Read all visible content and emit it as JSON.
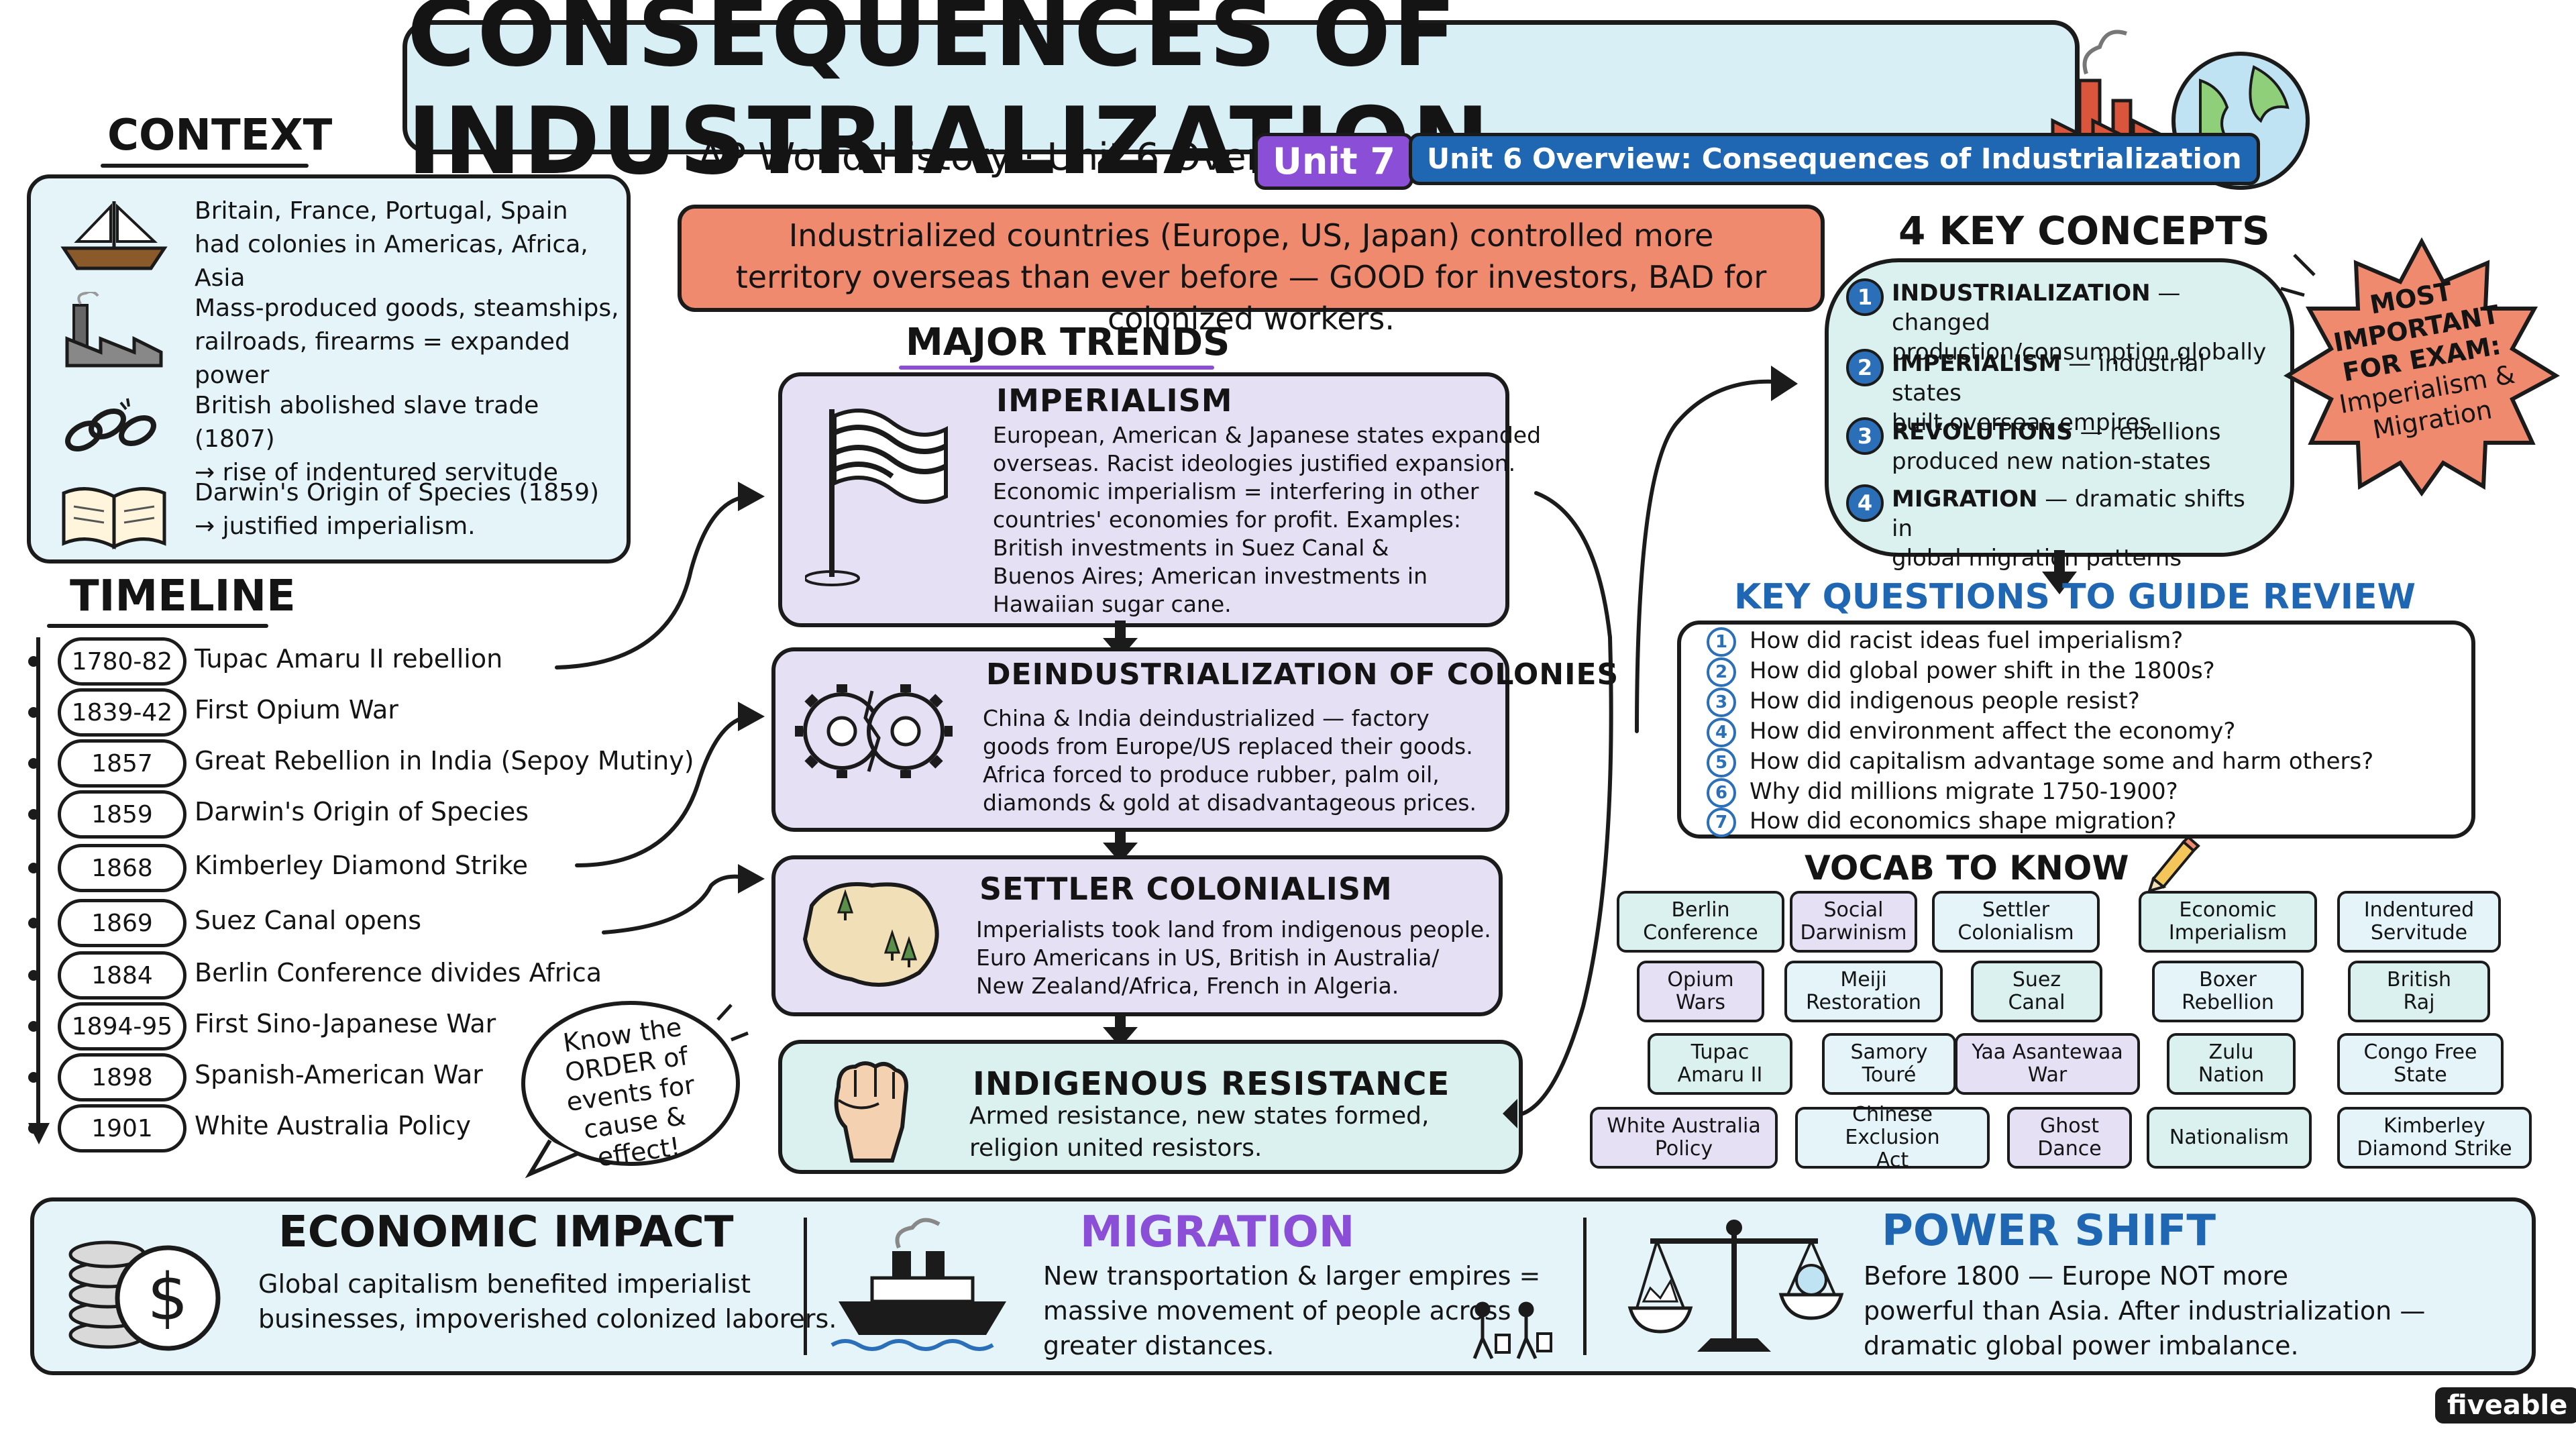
{
  "title": "CONSEQUENCES OF INDUSTRIALIZATION",
  "subtitle": "AP World History · Unit 6 Overview",
  "unit_pill": "Unit 7",
  "overview_pill": "Unit 6 Overview: Consequences of Industrialization",
  "banner": {
    "line1": "Industrialized countries (Europe, US, Japan) controlled more",
    "line2": "territory overseas than ever before — GOOD for investors, BAD for colonized workers."
  },
  "context": {
    "heading": "CONTEXT",
    "items": [
      {
        "icon": "ship-icon",
        "line1": "Britain, France, Portugal, Spain",
        "line2": "had colonies in Americas, Africa, Asia"
      },
      {
        "icon": "factory-icon",
        "line1": "Mass-produced goods, steamships,",
        "line2": "railroads, firearms = expanded power"
      },
      {
        "icon": "broken-chain-icon",
        "line1": "British abolished slave trade (1807)",
        "line2": "→ rise of indentured servitude"
      },
      {
        "icon": "open-book-icon",
        "line1": "Darwin's Origin of Species (1859)",
        "line2": "→ justified imperialism."
      }
    ]
  },
  "timeline": {
    "heading": "TIMELINE",
    "events": [
      {
        "year": "1780-82",
        "event": "Tupac Amaru II rebellion"
      },
      {
        "year": "1839-42",
        "event": "First Opium War"
      },
      {
        "year": "1857",
        "event": "Great Rebellion in India (Sepoy Mutiny)"
      },
      {
        "year": "1859",
        "event": "Darwin's Origin of Species"
      },
      {
        "year": "1868",
        "event": "Kimberley Diamond Strike"
      },
      {
        "year": "1869",
        "event": "Suez Canal opens"
      },
      {
        "year": "1884",
        "event": "Berlin Conference divides Africa"
      },
      {
        "year": "1894-95",
        "event": "First Sino-Japanese War"
      },
      {
        "year": "1898",
        "event": "Spanish-American War"
      },
      {
        "year": "1901",
        "event": "White Australia Policy"
      }
    ],
    "bubble": {
      "line1": "Know the",
      "line2": "ORDER of",
      "line3": "events for",
      "line4": "cause & effect!"
    }
  },
  "trends": {
    "heading": "MAJOR TRENDS",
    "imperialism": {
      "title": "IMPERIALISM",
      "lines": [
        "European, American & Japanese states expanded",
        "overseas. Racist ideologies justified expansion.",
        "Economic imperialism = interfering in other",
        "countries' economies for profit. Examples:",
        "British investments in Suez Canal &",
        "Buenos Aires; American investments in",
        "Hawaiian sugar cane."
      ]
    },
    "deindustrialization": {
      "title": "DEINDUSTRIALIZATION OF COLONIES",
      "lines": [
        "China & India deindustrialized — factory",
        "goods from Europe/US replaced their goods.",
        "Africa forced to produce rubber, palm oil,",
        "diamonds & gold at disadvantageous prices."
      ]
    },
    "settler": {
      "title": "SETTLER COLONIALISM",
      "lines": [
        "Imperialists took land from indigenous people.",
        "Euro Americans in US, British in Australia/",
        "New Zealand/Africa, French in Algeria."
      ]
    },
    "resistance": {
      "title": "INDIGENOUS RESISTANCE",
      "lines": [
        "Armed resistance, new states formed,",
        "religion united resistors."
      ]
    }
  },
  "key_concepts": {
    "heading": "4 KEY CONCEPTS",
    "items": [
      {
        "num": "1",
        "term": "INDUSTRIALIZATION",
        "desc1": " — changed",
        "desc2": "production/consumption globally"
      },
      {
        "num": "2",
        "term": "IMPERIALISM",
        "desc1": " — industrial states",
        "desc2": "built overseas empires"
      },
      {
        "num": "3",
        "term": "REVOLUTIONS",
        "desc1": " — rebellions",
        "desc2": "produced new nation-states"
      },
      {
        "num": "4",
        "term": "MIGRATION",
        "desc1": " — dramatic shifts in",
        "desc2": "global migration patterns"
      }
    ]
  },
  "burst": {
    "line1": "MOST",
    "line2": "IMPORTANT",
    "line3": "FOR EXAM:",
    "line4": "Imperialism &",
    "line5": "Migration"
  },
  "questions": {
    "heading": "KEY QUESTIONS TO GUIDE REVIEW",
    "items": [
      {
        "num": "1",
        "text": "How did racist ideas fuel imperialism?"
      },
      {
        "num": "2",
        "text": "How did global power shift in the 1800s?"
      },
      {
        "num": "3",
        "text": "How did indigenous people resist?"
      },
      {
        "num": "4",
        "text": "How did environment affect the economy?"
      },
      {
        "num": "5",
        "text": "How did capitalism advantage some and harm others?"
      },
      {
        "num": "6",
        "text": "Why did millions migrate 1750-1900?"
      },
      {
        "num": "7",
        "text": "How did economics shape migration?"
      }
    ]
  },
  "vocab": {
    "heading": "VOCAB TO KNOW",
    "row1": [
      {
        "l1": "Berlin",
        "l2": "Conference"
      },
      {
        "l1": "Social",
        "l2": "Darwinism"
      },
      {
        "l1": "Settler",
        "l2": "Colonialism"
      },
      {
        "l1": "Economic",
        "l2": "Imperialism"
      },
      {
        "l1": "Indentured",
        "l2": "Servitude"
      }
    ],
    "row2": [
      {
        "l1": "Opium",
        "l2": "Wars"
      },
      {
        "l1": "Meiji",
        "l2": "Restoration"
      },
      {
        "l1": "Suez",
        "l2": "Canal"
      },
      {
        "l1": "Boxer",
        "l2": "Rebellion"
      },
      {
        "l1": "British",
        "l2": "Raj"
      }
    ],
    "row3": [
      {
        "l1": "Tupac",
        "l2": "Amaru II"
      },
      {
        "l1": "Samory",
        "l2": "Touré"
      },
      {
        "l1": "Yaa Asantewaa",
        "l2": "War"
      },
      {
        "l1": "Zulu",
        "l2": "Nation"
      },
      {
        "l1": "Congo Free",
        "l2": "State"
      }
    ],
    "row4": [
      {
        "l1": "White Australia",
        "l2": "Policy"
      },
      {
        "l1": "Chinese Exclusion",
        "l2": "Act"
      },
      {
        "l1": "Ghost",
        "l2": "Dance"
      },
      {
        "l1": "Nationalism",
        "l2": ""
      },
      {
        "l1": "Kimberley",
        "l2": "Diamond Strike"
      }
    ]
  },
  "bottom": {
    "economic": {
      "title": "ECONOMIC IMPACT",
      "line1": "Global capitalism benefited imperialist",
      "line2": "businesses, impoverished colonized laborers."
    },
    "migration": {
      "title": "MIGRATION",
      "line1": "New transportation & larger empires =",
      "line2": "massive movement of people across",
      "line3": "greater distances."
    },
    "power": {
      "title": "POWER SHIFT",
      "line1": "Before 1800 — Europe NOT more",
      "line2": "powerful than Asia. After industrialization —",
      "line3": "dramatic global power imbalance."
    }
  },
  "brand": "fiveable",
  "colors": {
    "light_blue": "#e4f4f9",
    "lavender": "#e6e0f5",
    "teal": "#daf1ef",
    "salmon": "#f08a6f",
    "purple": "#8a4fd6",
    "blue": "#1f66b3"
  }
}
